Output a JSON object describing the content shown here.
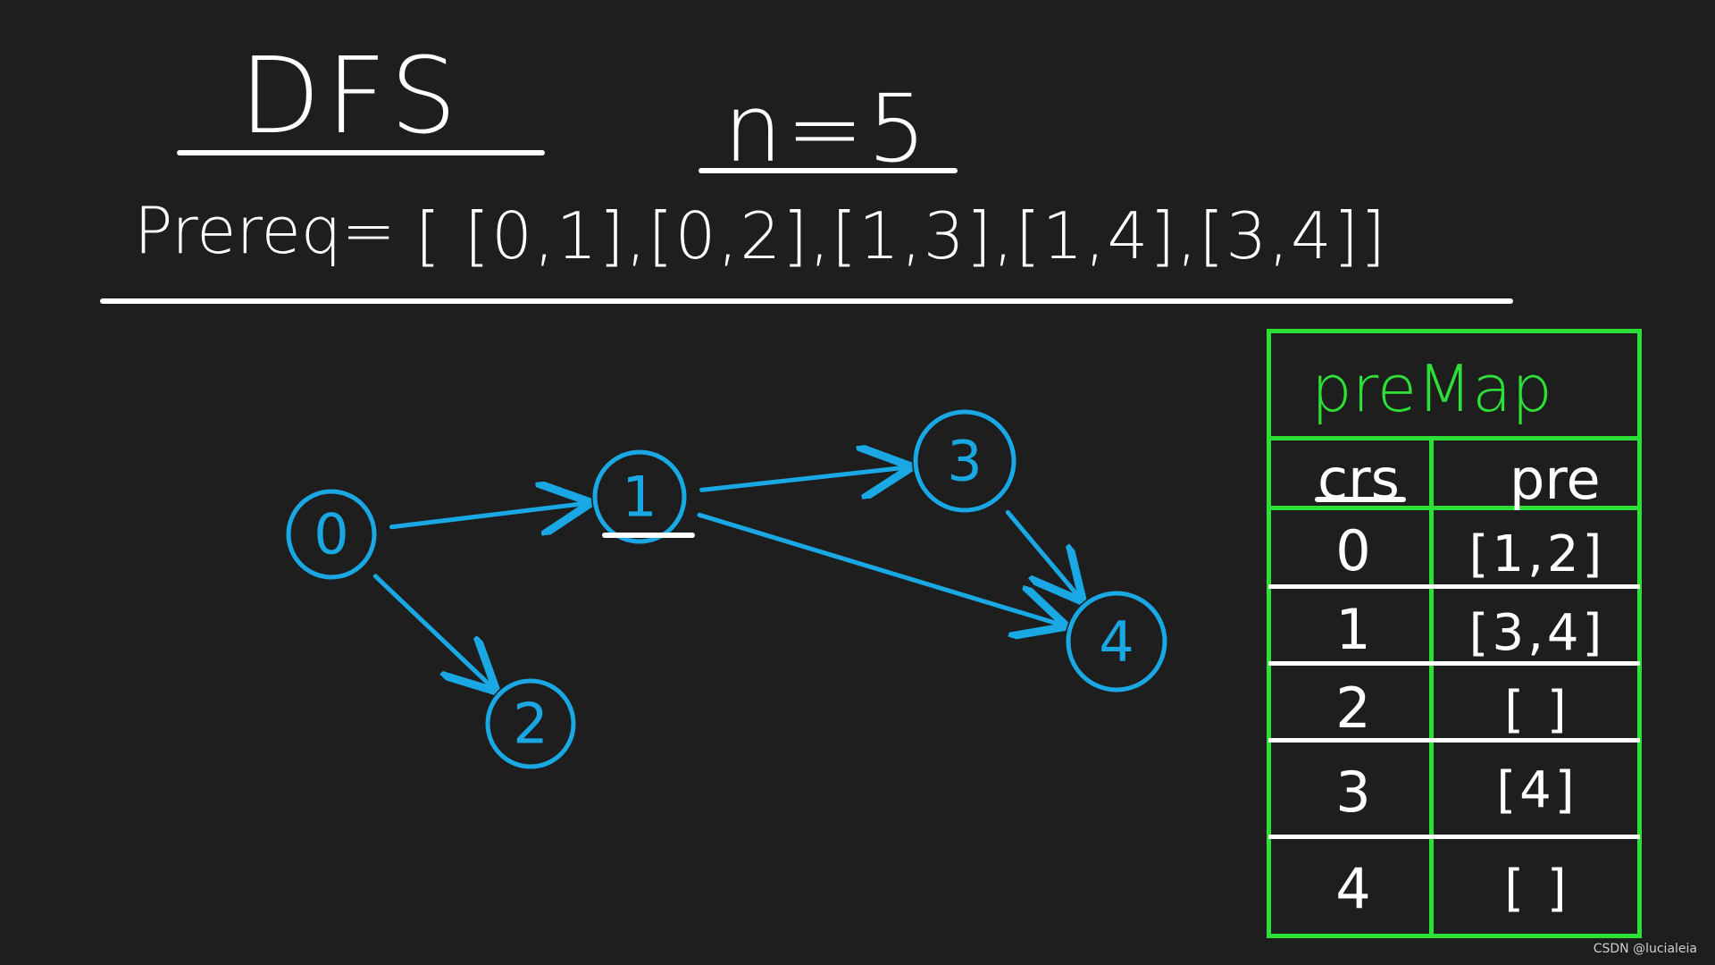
{
  "header": {
    "title": "DFS",
    "n_label": "n=5",
    "prereq_label": "Prereq=",
    "prereq_value": "[ [0,1],[0,2],[1,3],[1,4],[3,4]]"
  },
  "graph": {
    "nodes": [
      "0",
      "1",
      "2",
      "3",
      "4"
    ],
    "edges": [
      [
        "0",
        "1"
      ],
      [
        "0",
        "2"
      ],
      [
        "1",
        "3"
      ],
      [
        "1",
        "4"
      ],
      [
        "3",
        "4"
      ]
    ],
    "color": "#19a8e4"
  },
  "premap": {
    "title": "preMap",
    "col_course": "crs",
    "col_pre": "pre",
    "rows": [
      {
        "crs": "0",
        "pre": "[1,2]"
      },
      {
        "crs": "1",
        "pre": "[3,4]"
      },
      {
        "crs": "2",
        "pre": "[ ]"
      },
      {
        "crs": "3",
        "pre": "[4]"
      },
      {
        "crs": "4",
        "pre": "[ ]"
      }
    ],
    "color": "#2de038"
  },
  "watermark": "CSDN @lucialeia"
}
